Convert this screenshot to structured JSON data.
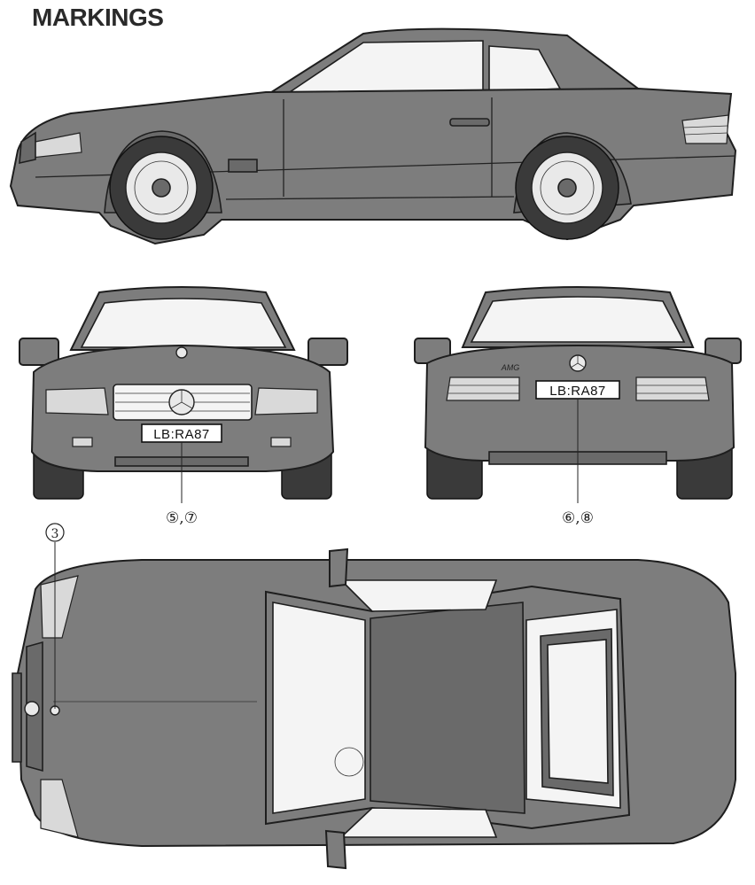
{
  "title": "MARKINGS",
  "plates": {
    "front": "LB:RA87",
    "rear": "LB:RA87"
  },
  "rear_badge": "AMG",
  "callouts": {
    "front_plate": "⑤,⑦",
    "rear_plate": "⑥,⑧",
    "hood_emblem": "3"
  }
}
